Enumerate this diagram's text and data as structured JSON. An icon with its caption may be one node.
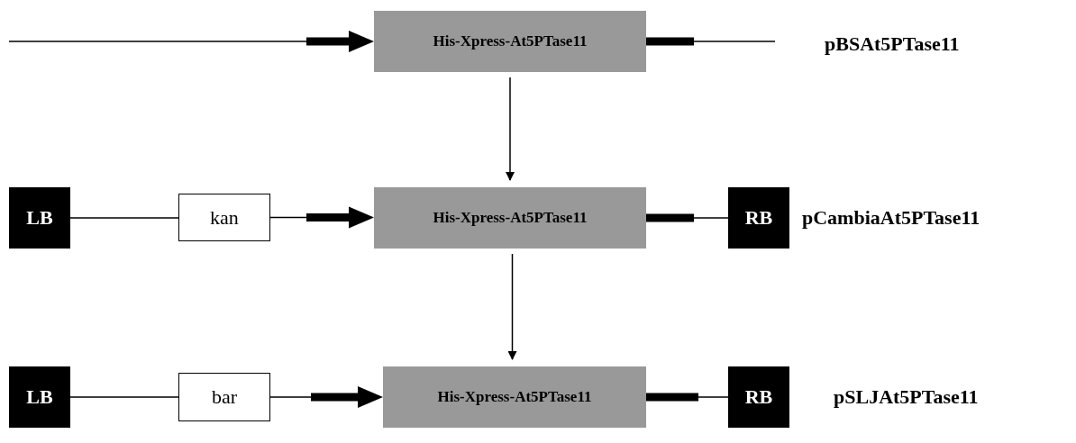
{
  "diagram": {
    "nodes": [
      {
        "text": [
          "His-Xpress-At5PTase11"
        ]
      },
      {
        "text": [
          "LB"
        ]
      },
      {
        "text": [
          "kan"
        ]
      },
      {
        "text": [
          "His-Xpress-At5PTase11"
        ]
      },
      {
        "text": [
          "RB"
        ]
      },
      {
        "text": [
          "LB"
        ]
      },
      {
        "text": [
          "bar"
        ]
      },
      {
        "text": [
          "His-Xpress-At5PTase11"
        ]
      },
      {
        "text": [
          "RB"
        ]
      }
    ],
    "edges": [
      {
        "from": null,
        "to": 0,
        "arrow": "to",
        "style": "thick"
      },
      {
        "from": 0,
        "to": null,
        "arrow": "none"
      },
      {
        "from": 0,
        "to": 3,
        "arrow": "to"
      },
      {
        "from": 1,
        "to": 2,
        "arrow": "none"
      },
      {
        "from": 2,
        "to": 3,
        "arrow": "to",
        "style": "thick"
      },
      {
        "from": 3,
        "to": 4,
        "arrow": "none"
      },
      {
        "from": 3,
        "to": 7,
        "arrow": "to"
      },
      {
        "from": 5,
        "to": 6,
        "arrow": "none"
      },
      {
        "from": 6,
        "to": 7,
        "arrow": "to",
        "style": "thick"
      },
      {
        "from": 7,
        "to": 8,
        "arrow": "none"
      }
    ],
    "labels": [
      "pBSAt5PTase11",
      "pCambiaAt5PTase11",
      "pSLJAt5PTase11"
    ]
  }
}
